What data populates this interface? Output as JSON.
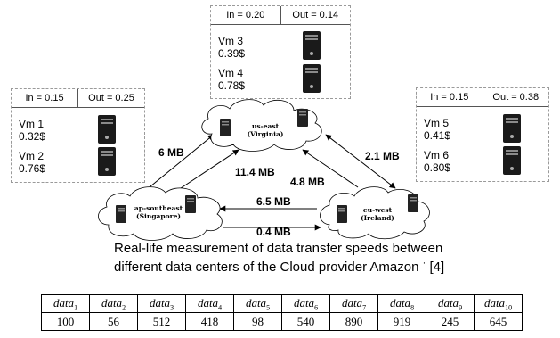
{
  "boxes": [
    {
      "in": "In = 0.15",
      "out": "Out = 0.25",
      "vms": [
        {
          "name": "Vm 1",
          "price": "0.32$"
        },
        {
          "name": "Vm 2",
          "price": "0.76$"
        }
      ]
    },
    {
      "in": "In = 0.20",
      "out": "Out = 0.14",
      "vms": [
        {
          "name": "Vm 3",
          "price": "0.39$"
        },
        {
          "name": "Vm 4",
          "price": "0.78$"
        }
      ]
    },
    {
      "in": "In = 0.15",
      "out": "Out = 0.38",
      "vms": [
        {
          "name": "Vm 5",
          "price": "0.41$"
        },
        {
          "name": "Vm 6",
          "price": "0.80$"
        }
      ]
    }
  ],
  "clouds": [
    {
      "line1": "us-east",
      "line2": "(Virginia)"
    },
    {
      "line1": "ap-southeast",
      "line2": "(Singapore)"
    },
    {
      "line1": "eu-west",
      "line2": "(Ireland)"
    }
  ],
  "links": [
    {
      "label": "6 MB"
    },
    {
      "label": "2.1 MB"
    },
    {
      "label": "11.4 MB"
    },
    {
      "label": "4.8 MB"
    },
    {
      "label": "6.5 MB"
    },
    {
      "label": "0.4 MB"
    }
  ],
  "caption": {
    "text": "Real-life measurement of data transfer speeds between different  data centers of the Cloud provider Amazon",
    "dot": "·",
    "ref": "[4]"
  },
  "table": {
    "header_word": "data",
    "headers": [
      "1",
      "2",
      "3",
      "4",
      "5",
      "6",
      "7",
      "8",
      "9",
      "10"
    ],
    "values": [
      "100",
      "56",
      "512",
      "418",
      "98",
      "540",
      "890",
      "919",
      "245",
      "645"
    ]
  }
}
